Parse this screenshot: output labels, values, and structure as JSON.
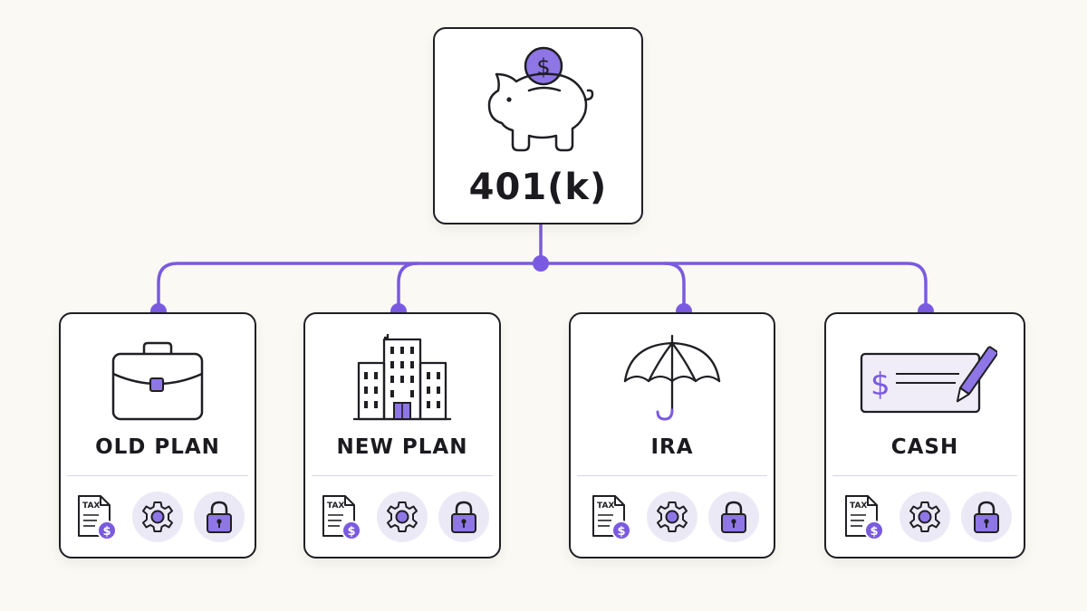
{
  "root": {
    "title": "401(k)",
    "icon": "piggy-bank-icon"
  },
  "options": [
    {
      "id": "old-plan",
      "title": "OLD PLAN",
      "icon": "briefcase-icon"
    },
    {
      "id": "new-plan",
      "title": "NEW PLAN",
      "icon": "office-building-icon"
    },
    {
      "id": "ira",
      "title": "IRA",
      "icon": "umbrella-icon"
    },
    {
      "id": "cash",
      "title": "CASH",
      "icon": "check-icon"
    }
  ],
  "footer_icons": {
    "tax": {
      "icon": "tax-document-icon",
      "label": "TAX"
    },
    "settings": {
      "icon": "gear-icon"
    },
    "lock": {
      "icon": "padlock-icon"
    }
  },
  "colors": {
    "accent": "#7a5ae0",
    "accent_fill": "#8f76e6",
    "accent_light": "#ece9f7",
    "ink": "#1f1f24",
    "background": "#fbf9f4"
  }
}
